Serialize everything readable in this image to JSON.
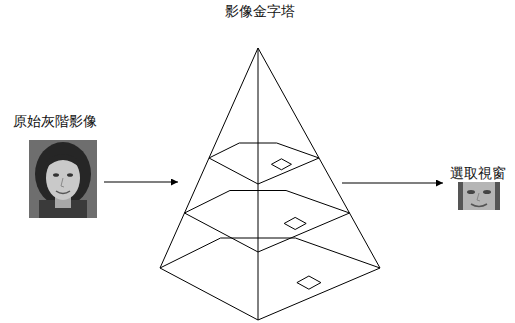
{
  "diagram": {
    "nodes": [
      {
        "text": [
          "原始灰階影像"
        ]
      },
      {
        "text": [
          "影像金字塔"
        ]
      },
      {
        "text": [
          "選取視窗"
        ]
      }
    ],
    "edges": [
      {
        "from": 0,
        "to": 1,
        "arrow": "to"
      },
      {
        "from": 1,
        "to": 2,
        "arrow": "to"
      }
    ]
  }
}
